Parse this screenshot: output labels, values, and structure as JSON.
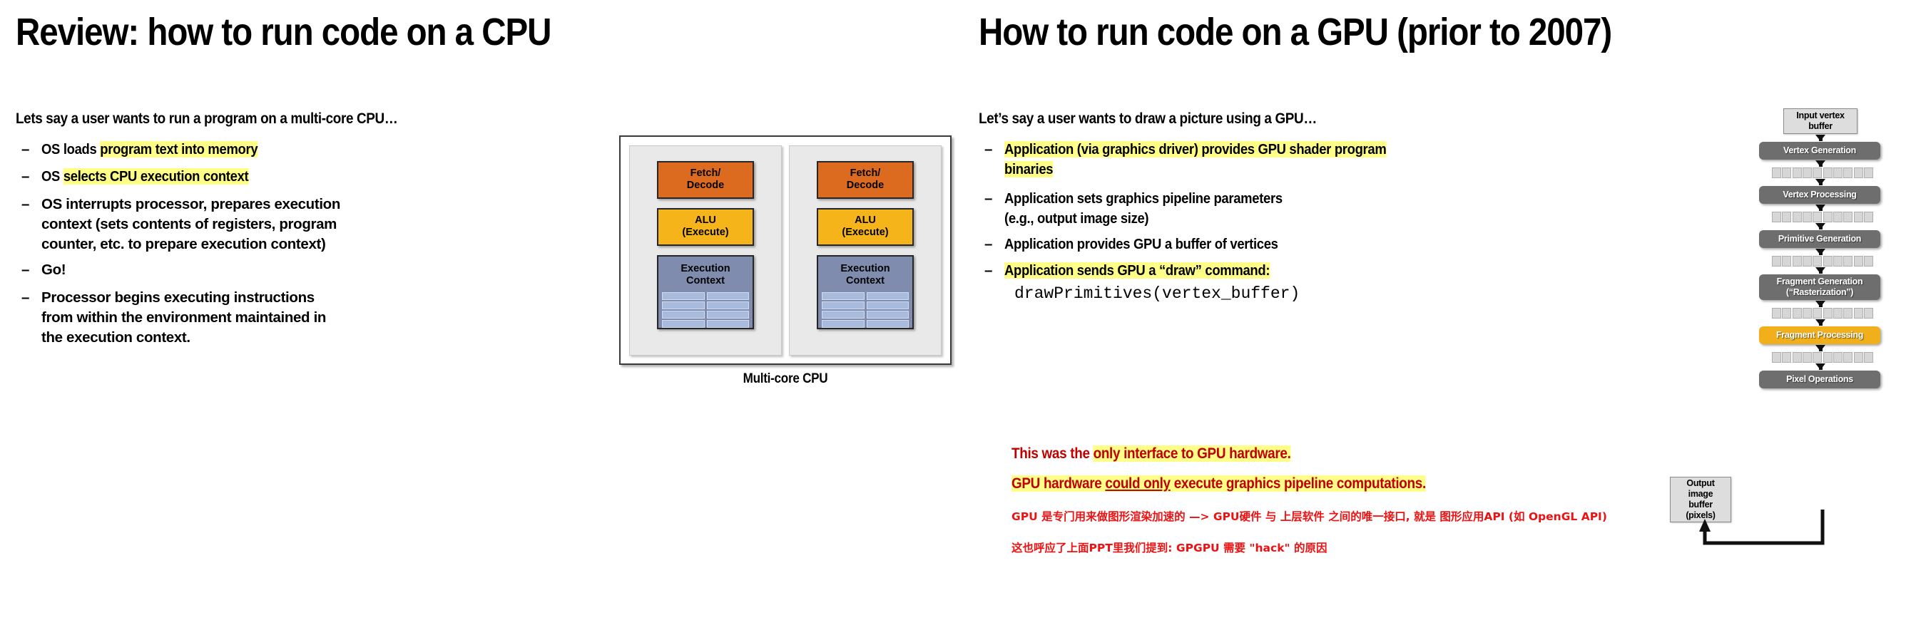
{
  "left_slide": {
    "title": "Review: how to run code on a CPU",
    "lead": "Lets say a user wants to run a program on a multi-core CPU…",
    "bullet_marker": "–",
    "bullets": [
      {
        "pre": "OS loads ",
        "hl": "program text into memory",
        "post": ""
      },
      {
        "pre": "OS ",
        "hl": "selects CPU execution context",
        "post": ""
      },
      {
        "pre": "OS interrupts processor, prepares execution context (sets contents of registers, program counter, etc. to prepare execution context)",
        "hl": "",
        "post": ""
      },
      {
        "pre": "Go!",
        "hl": "",
        "post": ""
      },
      {
        "pre": "Processor begins executing instructions from within the environment maintained in the execution context.",
        "hl": "",
        "post": ""
      }
    ]
  },
  "cpu_diagram": {
    "caption": "Multi-core CPU",
    "cores": [
      {
        "fetch": "Fetch/\nDecode",
        "fetch_line1": "Fetch/",
        "fetch_line2": "Decode",
        "alu_line1": "ALU",
        "alu_line2": "(Execute)",
        "ctx_line1": "Execution",
        "ctx_line2": "Context"
      },
      {
        "fetch": "Fetch/\nDecode",
        "fetch_line1": "Fetch/",
        "fetch_line2": "Decode",
        "alu_line1": "ALU",
        "alu_line2": "(Execute)",
        "ctx_line1": "Execution",
        "ctx_line2": "Context"
      }
    ],
    "colors": {
      "fetch": "#DD6B1F",
      "alu": "#F4B41A",
      "context": "#7F8CAD",
      "register_cell": "#A9BBDD"
    }
  },
  "right_slide": {
    "title": "How to run code on a GPU (prior to 2007)",
    "lead": "Let’s say a user wants to draw a picture using a GPU…",
    "bullet_marker": "–",
    "bullets": [
      {
        "type": "hl2",
        "hl_line1": "Application (via graphics driver) provides GPU shader program",
        "hl_line2": "binaries"
      },
      {
        "type": "plain2",
        "line1": "Application sets graphics pipeline parameters",
        "line2": "(e.g., output image size)"
      },
      {
        "type": "plain1",
        "line1": "Application provides GPU a buffer of vertices"
      },
      {
        "type": "hl_code",
        "hl_line1": "Application sends GPU a “draw” command:",
        "code": "drawPrimitives(vertex_buffer)"
      }
    ],
    "callout": {
      "line1_pre": "This was the ",
      "line1_hl": "only interface to GPU hardware.",
      "line2_a": "GPU hardware ",
      "line2_u": "could only",
      "line2_b": " execute graphics pipeline computations.",
      "cn_line1": "GPU 是专门用来做图形渲染加速的 —> GPU硬件 与 上层软件 之间的唯一接口, 就是 图形应用API (如 OpenGL API)",
      "cn_line2": "这也呼应了上面PPT里我们提到: GPGPU 需要 \"hack\" 的原因"
    },
    "colors": {
      "highlight": "#FFFF87",
      "red": "#C00000",
      "red_cn": "#EE1111"
    }
  },
  "gpu_pipeline": {
    "input_line1": "Input vertex",
    "input_line2": "buffer",
    "stages": [
      {
        "label": "Vertex Generation",
        "accent": false
      },
      {
        "label": "Vertex Processing",
        "accent": false
      },
      {
        "label": "Primitive Generation",
        "accent": false
      },
      {
        "label_line1": "Fragment Generation",
        "label_line2": "(“Rasterization”)",
        "accent": false
      },
      {
        "label": "Fragment Processing",
        "accent": true
      },
      {
        "label": "Pixel Operations",
        "accent": false
      }
    ],
    "output_line1": "Output image",
    "output_line2": "buffer",
    "output_line3": "(pixels)",
    "colors": {
      "stage": "#6E6E6E",
      "accent_stage": "#F1B01B",
      "buffer": "#DDDDDD"
    }
  }
}
